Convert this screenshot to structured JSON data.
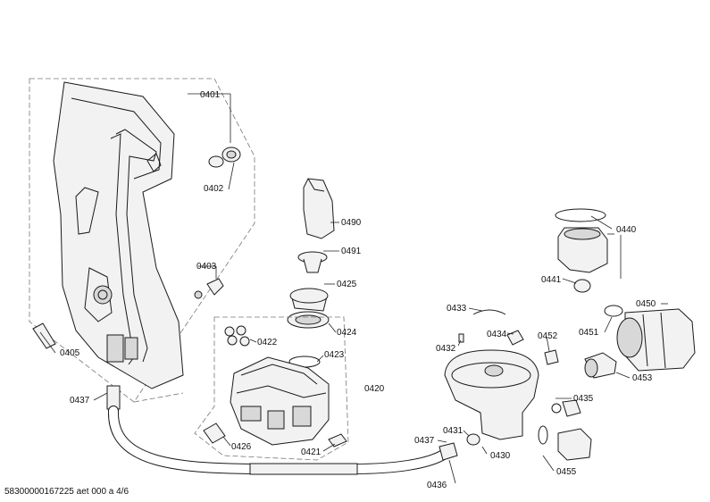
{
  "labels": {
    "p0401": "0401",
    "p0402": "0402",
    "p0403": "0403",
    "p0405": "0405",
    "p0437a": "0437",
    "p0490": "0490",
    "p0491": "0491",
    "p0425": "0425",
    "p0424": "0424",
    "p0422": "0422",
    "p0423": "0423",
    "p0420": "0420",
    "p0426": "0426",
    "p0421": "0421",
    "p0433": "0433",
    "p0434": "0434",
    "p0432": "0432",
    "p0452": "0452",
    "p0440": "0440",
    "p0441": "0441",
    "p0450": "0450",
    "p0451": "0451",
    "p0453": "0453",
    "p0435": "0435",
    "p0437b": "0437",
    "p0431": "0431",
    "p0430": "0430",
    "p0455": "0455",
    "p0436": "0436"
  },
  "footer": {
    "doc_id": "58300000167225 aet 000 a 4/6"
  }
}
